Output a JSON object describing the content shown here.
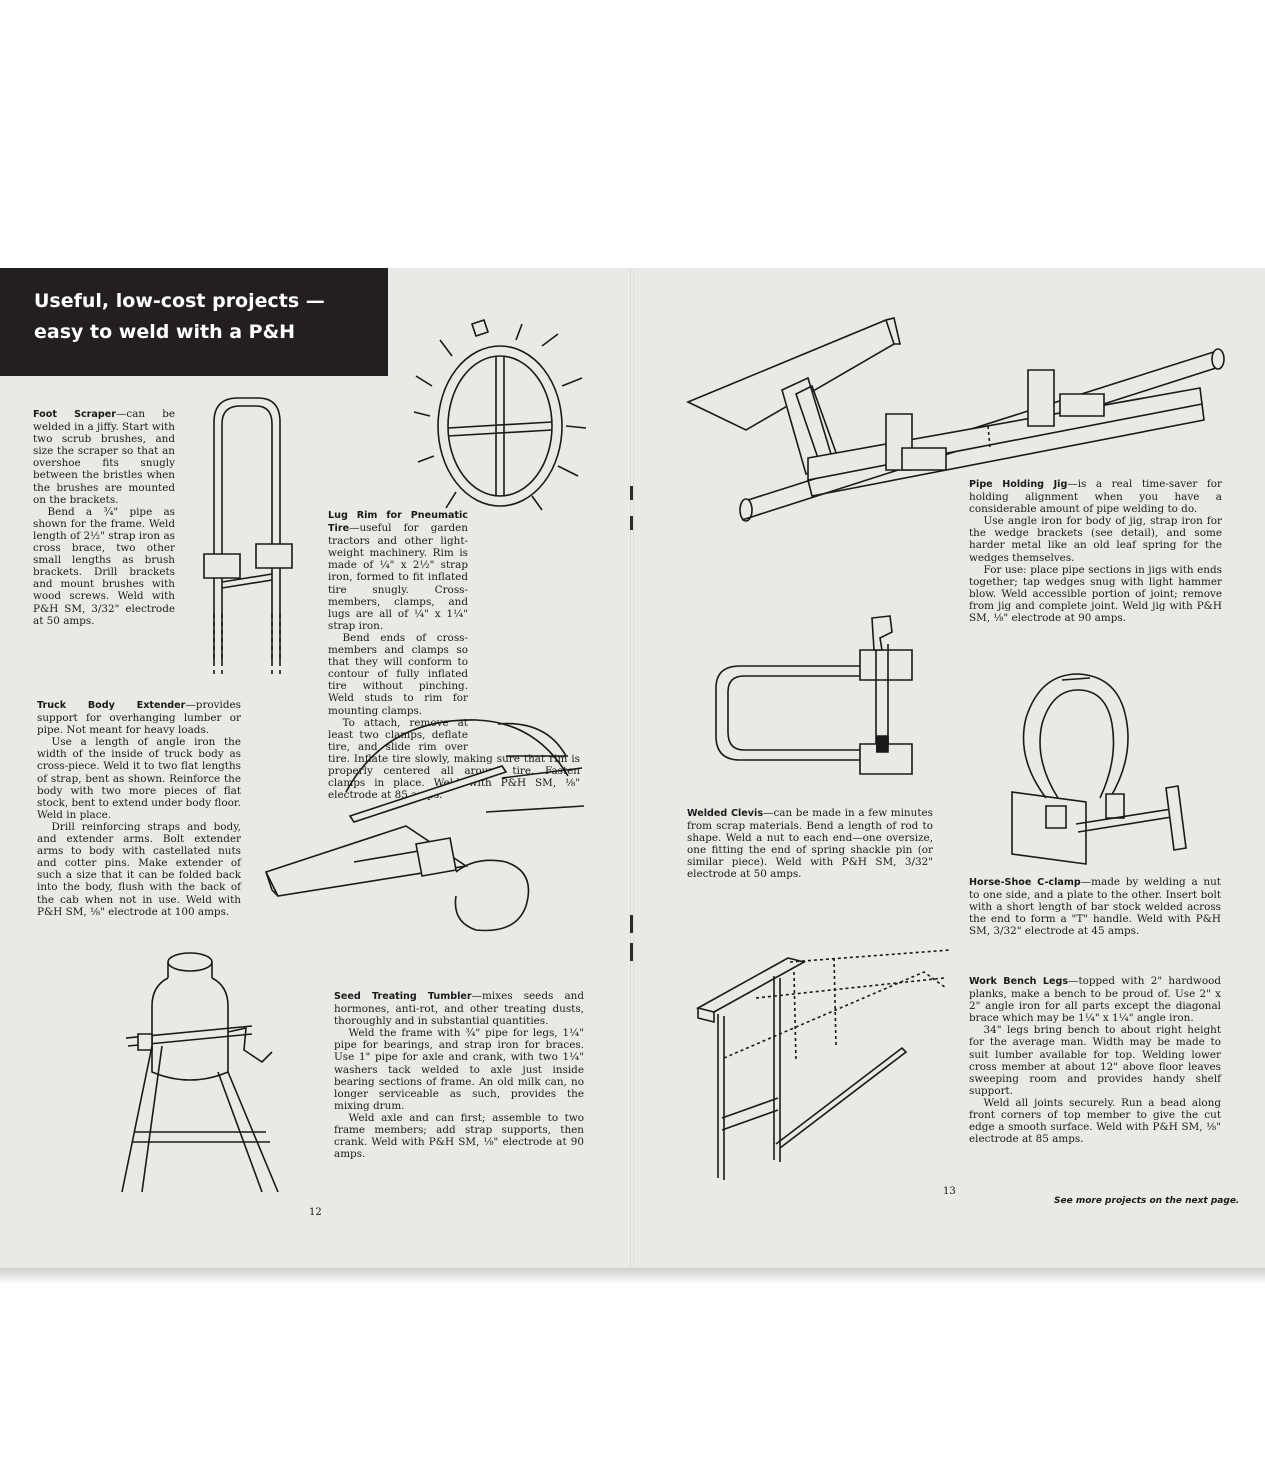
{
  "headline": "Useful, low-cost projects —\neasy to weld with a P&H",
  "projects": {
    "foot_scraper": {
      "title": "Foot Scraper",
      "paragraphs": [
        "—can be welded in a jiffy. Start with two scrub brushes, and size the scraper so that an overshoe fits snugly between the bristles when the brushes are mounted on the brackets.",
        "Bend a ¾\" pipe as shown for the frame. Weld length of 2½\" strap iron as cross brace, two other small lengths as brush brackets. Drill brackets and mount brushes with wood screws. Weld with P&H SM, 3/32\" electrode at 50 amps."
      ]
    },
    "lug_rim": {
      "title": "Lug Rim for Pneumatic Tire",
      "paragraphs": [
        "—useful for garden tractors and other light-weight machinery. Rim is made of ¼\" x 2½\" strap iron, formed to fit inflated tire snugly. Cross-members, clamps, and lugs are all of ¼\" x 1¼\" strap iron.",
        "Bend ends of cross-members and clamps so that they will conform to contour of fully inflated tire without pinching. Weld studs to rim for mounting clamps.",
        "To attach, remove at least two clamps, deflate tire, and slide rim over tire. Inflate tire slowly, making sure that rim is properly centered all around tire. Fasten clamps in place. Weld with P&H SM, ⅛\" electrode at 85 amps."
      ]
    },
    "truck_body": {
      "title": "Truck Body Extender",
      "paragraphs": [
        "—provides support for overhanging lumber or pipe. Not meant for heavy loads.",
        "Use a length of angle iron the width of the inside of truck body as cross-piece. Weld it to two flat lengths of strap, bent as shown. Reinforce the body with two more pieces of flat stock, bent to extend under body floor. Weld in place.",
        "Drill reinforcing straps and body, and extender arms. Bolt extender arms to body with castellated nuts and cotter pins. Make extender of such a size that it can be folded back into the body, flush with the back of the cab when not in use. Weld with P&H SM, ⅛\" electrode at 100 amps."
      ]
    },
    "seed_tumbler": {
      "title": "Seed Treating Tumbler",
      "paragraphs": [
        "—mixes seeds and hormones, anti-rot, and other treating dusts, thoroughly and in substantial quantities.",
        "Weld the frame with ¾\" pipe for legs, 1¼\" pipe for bearings, and strap iron for braces. Use 1\" pipe for axle and crank, with two 1¼\" washers tack welded to axle just inside bearing sections of frame. An old milk can, no longer serviceable as such, provides the mixing drum.",
        "Weld axle and can first; assemble to two frame members; add strap supports, then crank. Weld with P&H SM, ⅛\" electrode at 90 amps."
      ]
    },
    "pipe_jig": {
      "title": "Pipe Holding Jig",
      "paragraphs": [
        "—is a real time-saver for holding alignment when you have a considerable amount of pipe welding to do.",
        "Use angle iron for body of jig, strap iron for the wedge brackets (see detail), and some harder metal like an old leaf spring for the wedges themselves.",
        "For use: place pipe sections in jigs with ends together; tap wedges snug with light hammer blow. Weld accessible portion of joint; remove from jig and complete joint. Weld jig with P&H SM, ⅛\" electrode at 90 amps."
      ]
    },
    "clevis": {
      "title": "Welded Clevis",
      "paragraphs": [
        "—can be made in a few minutes from scrap materials. Bend a length of rod to shape. Weld a nut to each end—one oversize, one fitting the end of spring shackle pin (or similar piece). Weld with P&H SM, 3/32\" electrode at 50 amps."
      ]
    },
    "c_clamp": {
      "title": "Horse-Shoe C-clamp",
      "paragraphs": [
        "—made by welding a nut to one side, and a plate to the other. Insert bolt with a short length of bar stock welded across the end to form a \"T\" handle. Weld with P&H SM, 3/32\" electrode at 45 amps."
      ]
    },
    "bench_legs": {
      "title": "Work Bench Legs",
      "paragraphs": [
        "—topped with 2\" hardwood planks, make a bench to be proud of. Use 2\" x 2\" angle iron for all parts except the diagonal brace which may be 1¼\" x 1¼\" angle iron.",
        "34\" legs bring bench to about right height for the average man. Width may be made to suit lumber available for top. Welding lower cross member at about 12\" above floor leaves sweeping room and provides handy shelf support.",
        "Weld all joints securely. Run a bead along front corners of top member to give the cut edge a smooth surface. Weld with P&H SM, ⅛\" electrode at 85 amps."
      ]
    }
  },
  "page_numbers": {
    "left": "12",
    "right": "13"
  },
  "footer_note": "See more projects on the next page."
}
